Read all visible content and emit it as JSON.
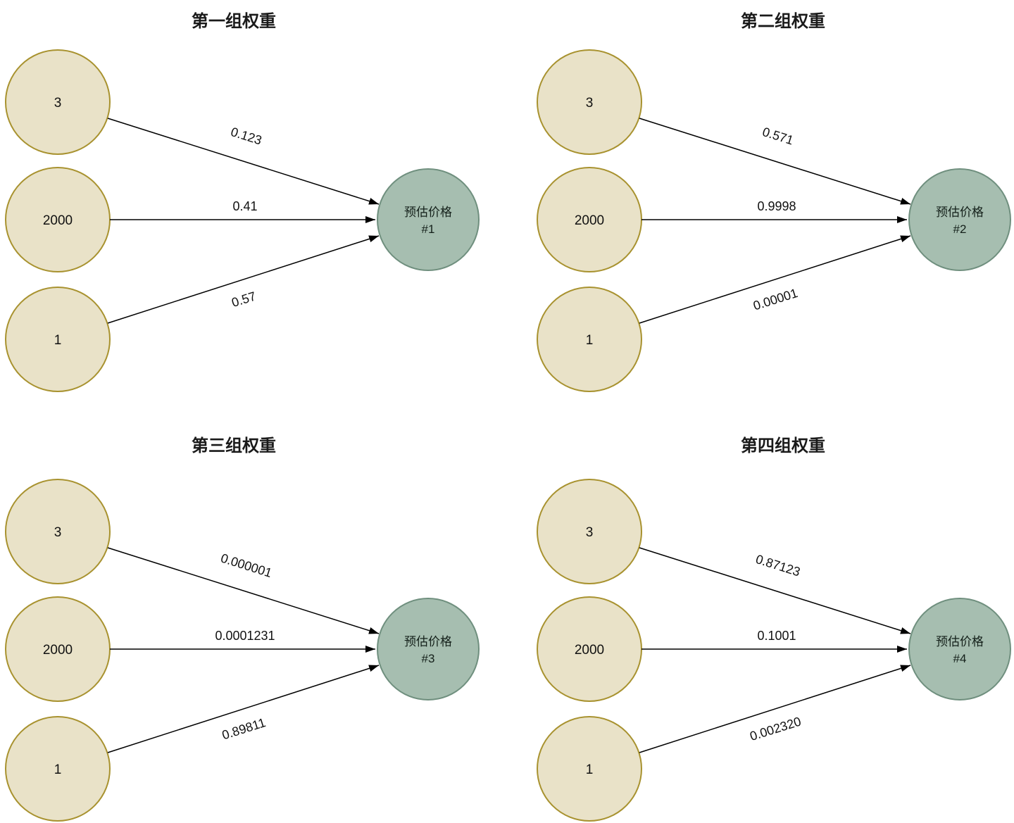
{
  "colors": {
    "background": "#ffffff",
    "input_fill": "#e9e2c8",
    "input_stroke": "#a8922f",
    "output_fill": "#a6beb0",
    "output_stroke": "#6f8f7e",
    "arrow": "#000000",
    "text": "#111111"
  },
  "diagrams": [
    {
      "title": "第一组权重",
      "inputs": [
        "3",
        "2000",
        "1"
      ],
      "weights": [
        "0.123",
        "0.41",
        "0.57"
      ],
      "output": {
        "line1": "预估价格",
        "line2": "#1"
      }
    },
    {
      "title": "第二组权重",
      "inputs": [
        "3",
        "2000",
        "1"
      ],
      "weights": [
        "0.571",
        "0.9998",
        "0.00001"
      ],
      "output": {
        "line1": "预估价格",
        "line2": "#2"
      }
    },
    {
      "title": "第三组权重",
      "inputs": [
        "3",
        "2000",
        "1"
      ],
      "weights": [
        "0.000001",
        "0.0001231",
        "0.89811"
      ],
      "output": {
        "line1": "预估价格",
        "line2": "#3"
      }
    },
    {
      "title": "第四组权重",
      "inputs": [
        "3",
        "2000",
        "1"
      ],
      "weights": [
        "0.87123",
        "0.1001",
        "0.002320"
      ],
      "output": {
        "line1": "预估价格",
        "line2": "#4"
      }
    }
  ]
}
